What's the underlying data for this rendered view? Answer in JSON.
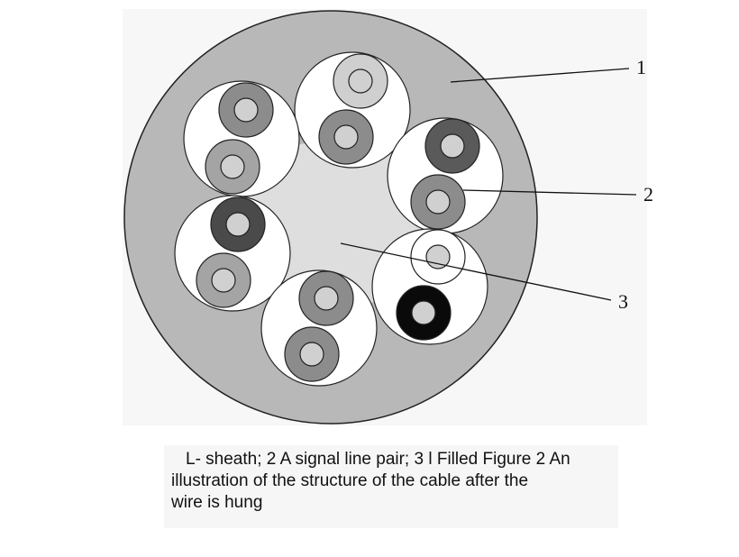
{
  "callouts": {
    "sheath": "1",
    "signal_pair": "2",
    "filler": "3"
  },
  "caption": {
    "line1": "L- sheath; 2 A signal line pair; 3 l Filled Figure 2 An",
    "line2": "illustration of the structure of the cable after the",
    "line3": "wire is hung"
  },
  "colors": {
    "sheath": "#b8b8b8",
    "filler": "#dedede",
    "pair_background": "#ffffff",
    "outline": "#222222",
    "conductor": "#d0d0d0",
    "insulation_medium": "#8c8c8c",
    "insulation_light": "#a4a4a4",
    "insulation_dark": "#4a4a4a",
    "insulation_very_light": "#cfcfcf",
    "insulation_black": "#0a0a0a"
  }
}
